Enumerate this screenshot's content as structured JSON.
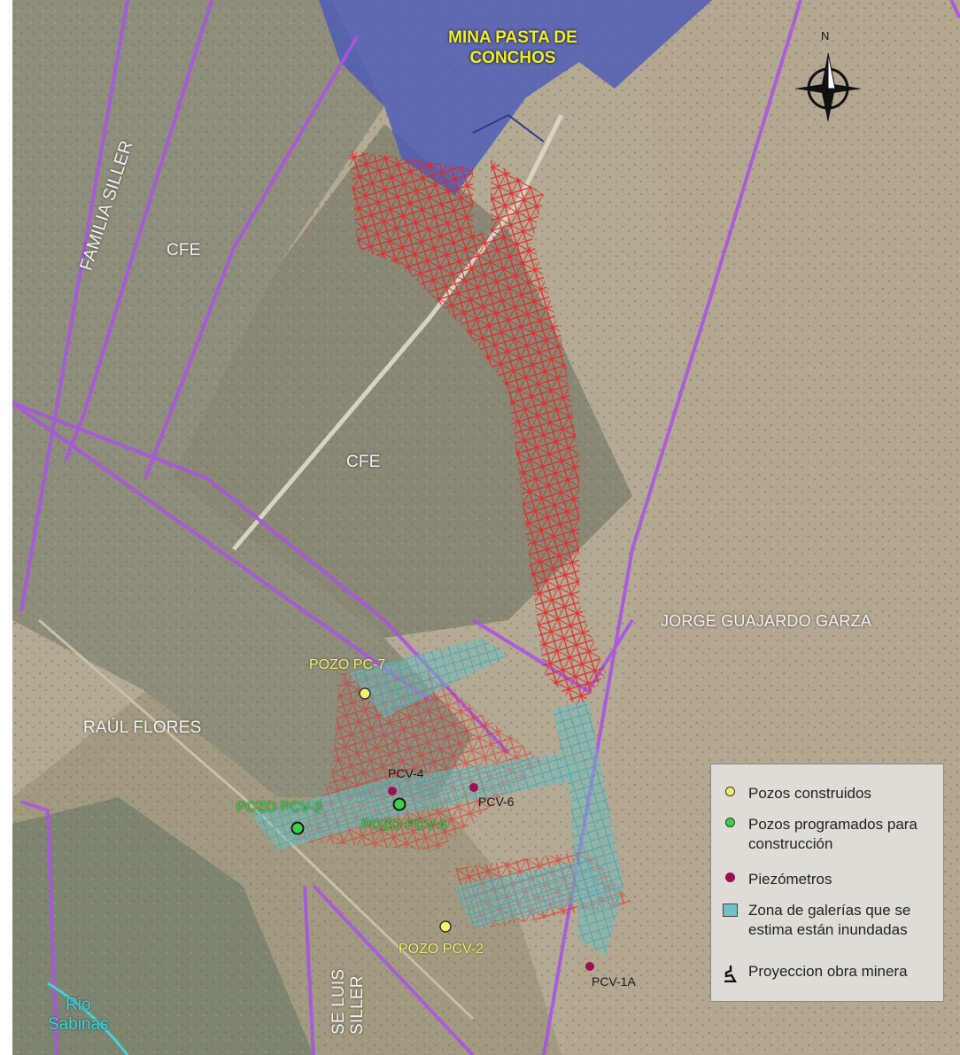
{
  "map": {
    "mine_label_line1": "MINA PASTA DE",
    "mine_label_line2": "CONCHOS",
    "north_label": "N",
    "owners": {
      "familia_siller": "FAMILIA SILLER",
      "cfe_north": "CFE",
      "cfe_center": "CFE",
      "jorge": "JORGE GUAJARDO GARZA",
      "raul": "RAÚL FLORES",
      "jose_luis_line1": "SE LUIS",
      "jose_luis_line2": "SILLER"
    },
    "river_line1": "Rio",
    "river_line2": "Sabinas",
    "wells": [
      {
        "label": "POZO PC-7",
        "status": "constructed"
      },
      {
        "label": "POZO PCV-2",
        "status": "constructed"
      },
      {
        "label": "POZO PCV-3",
        "status": "programmed"
      },
      {
        "label": "POZO PCV-4",
        "status": "programmed"
      }
    ],
    "piezometers": [
      "PCV-4",
      "PCV-6",
      "PCV-1A"
    ]
  },
  "legend": {
    "items": [
      {
        "label": "Pozos construidos",
        "symbol": "yellow-circle"
      },
      {
        "label_line1": "Pozos programados para",
        "label_line2": "construcción",
        "symbol": "green-circle"
      },
      {
        "label": "Piezómetros",
        "symbol": "maroon-circle"
      },
      {
        "label_line1": "Zona de galerías que se",
        "label_line2": "estima están inundadas",
        "symbol": "teal-square"
      },
      {
        "label": "Proyeccion obra minera",
        "symbol": "mine-projection-icon"
      }
    ]
  },
  "colors": {
    "aerial_light": "#b4a993",
    "aerial_dark": "#8a8775",
    "aerial_green": "#7d8470",
    "mine_overlay": "#4a5ab8",
    "boundary": "#a855e0",
    "mine_works": "#e02828",
    "flooded_zone": "#6fc1c5",
    "constructed_well": "#f4f06a",
    "programmed_well": "#3ad04a",
    "piezometer": "#9a1050"
  }
}
